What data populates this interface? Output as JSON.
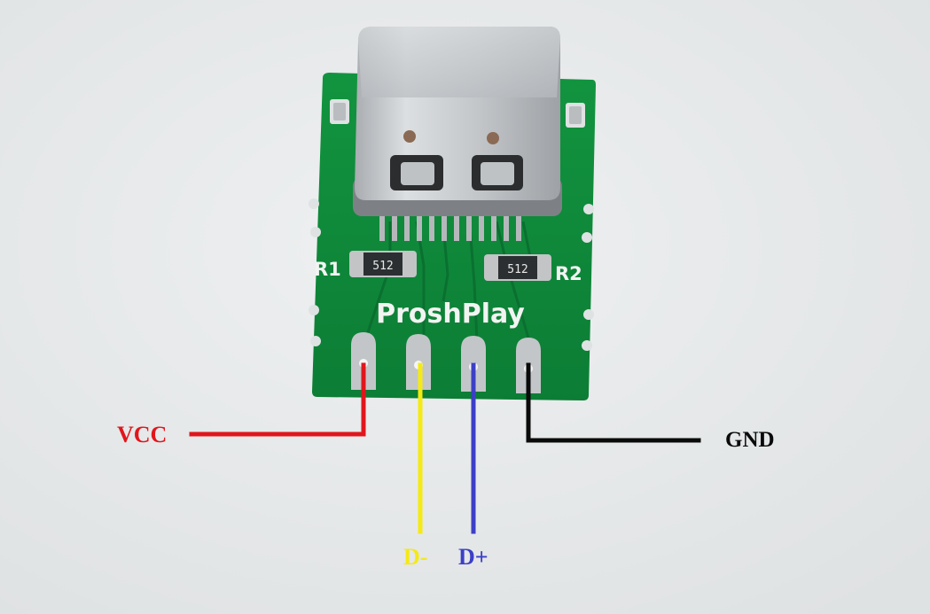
{
  "board": {
    "brand": "ProshPlay",
    "resistors": [
      {
        "designator": "R1",
        "code": "512"
      },
      {
        "designator": "R2",
        "code": "512"
      }
    ]
  },
  "pins": [
    {
      "label": "VCC",
      "color": "#e0161c"
    },
    {
      "label": "D-",
      "color": "#f5ea12"
    },
    {
      "label": "D+",
      "color": "#3c3fc6"
    },
    {
      "label": "GND",
      "color": "#0a0a0a"
    }
  ],
  "colors": {
    "background": "#e6e8e9",
    "pcb": "#0f8a3c",
    "pcb_dark": "#0a6b2e",
    "silkscreen": "#f2f4f2",
    "connector_metal": "#c9cccf"
  }
}
